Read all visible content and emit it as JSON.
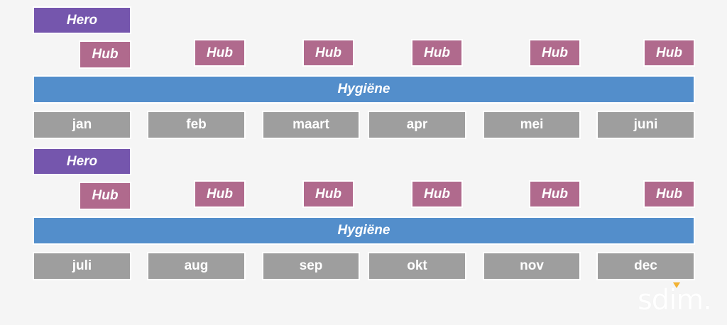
{
  "rows": [
    {
      "hero": "Hero",
      "hubs": [
        "Hub",
        "Hub",
        "Hub",
        "Hub",
        "Hub",
        "Hub"
      ],
      "hygiene": "Hygiëne",
      "months": [
        "jan",
        "feb",
        "maart",
        "apr",
        "mei",
        "juni"
      ]
    },
    {
      "hero": "Hero",
      "hubs": [
        "Hub",
        "Hub",
        "Hub",
        "Hub",
        "Hub",
        "Hub"
      ],
      "hygiene": "Hygiëne",
      "months": [
        "juli",
        "aug",
        "sep",
        "okt",
        "nov",
        "dec"
      ]
    }
  ],
  "logo": "sdim.",
  "colors": {
    "hero": "#7556ad",
    "hub": "#b06a8d",
    "hygiene": "#538ecb",
    "month": "#9e9e9e",
    "logo_accent": "#f2b233"
  }
}
